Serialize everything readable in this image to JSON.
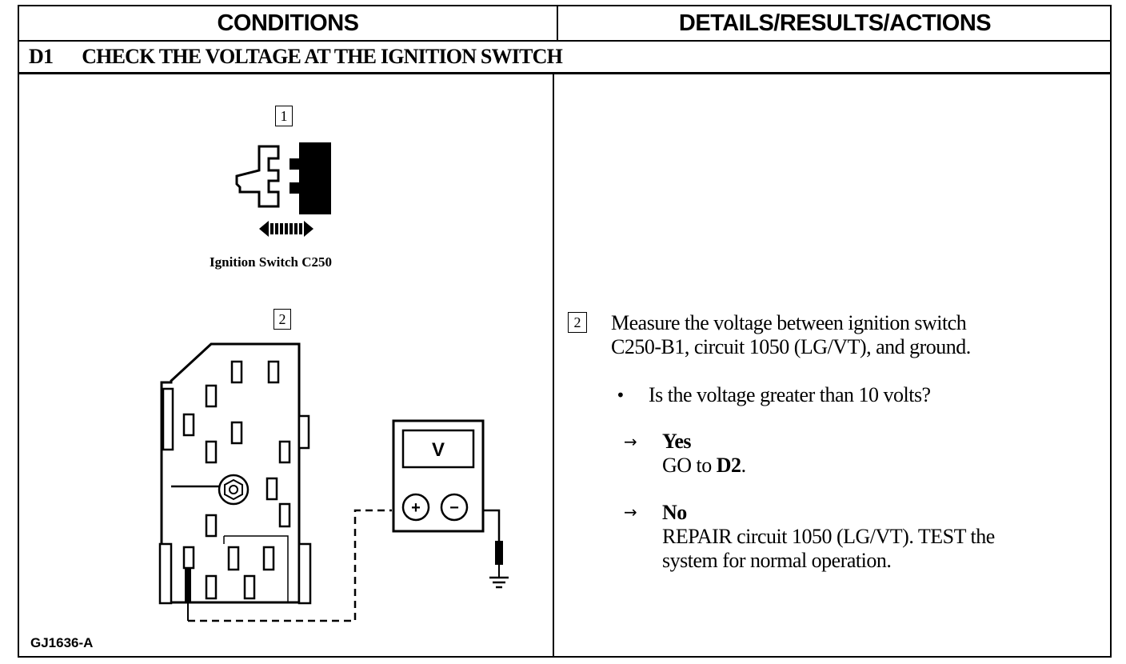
{
  "header": {
    "conditions": "CONDITIONS",
    "details": "DETAILS/RESULTS/ACTIONS"
  },
  "step": {
    "number": "D1",
    "title": "CHECK THE VOLTAGE AT THE IGNITION SWITCH"
  },
  "diagram": {
    "callout1": "1",
    "callout2": "2",
    "caption": "Ignition Switch C250",
    "meter_label": "V",
    "plus": "+",
    "minus": "−",
    "figure_id": "GJ1636-A"
  },
  "details": {
    "callout": "2",
    "instruction_line1": "Measure the voltage between ignition switch",
    "instruction_line2": "C250-B1, circuit 1050 (LG/VT), and ground.",
    "question": "Is the voltage greater than 10 volts?",
    "yes_label": "Yes",
    "yes_action_prefix": "GO to ",
    "yes_action_target": "D2",
    "yes_action_suffix": ".",
    "no_label": "No",
    "no_action_line1": "REPAIR circuit 1050 (LG/VT). TEST the",
    "no_action_line2": "system for normal operation.",
    "arrow_glyph": "→",
    "bullet_glyph": "•"
  }
}
